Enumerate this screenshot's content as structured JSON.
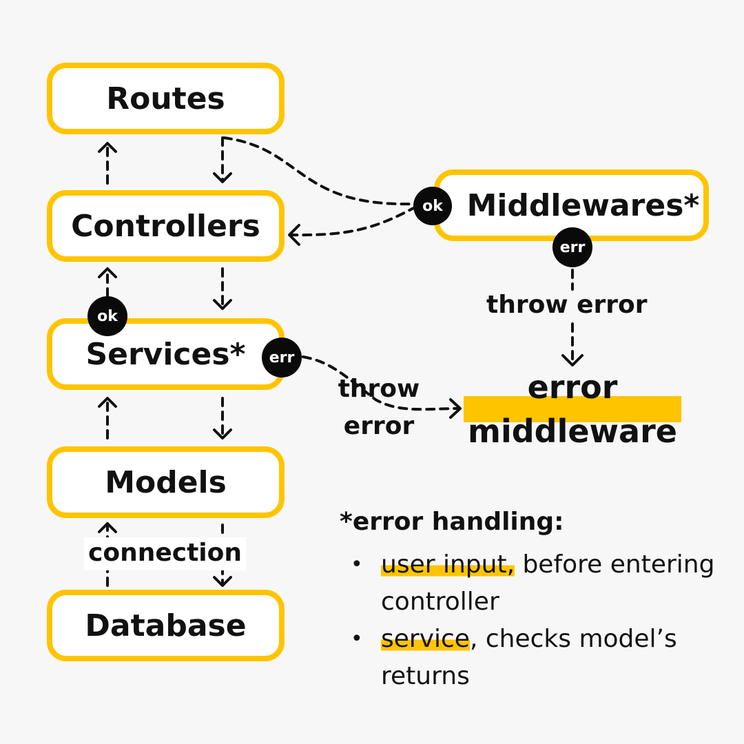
{
  "layers": {
    "routes": "Routes",
    "controllers": "Controllers",
    "services": "Services*",
    "models": "Models",
    "database": "Database"
  },
  "middlewares": "Middlewares*",
  "badges": {
    "ok": "ok",
    "err": "err"
  },
  "labels": {
    "throw_error": "throw error",
    "throw_error_services_line1": "throw",
    "throw_error_services_line2": "error",
    "connection": "connection"
  },
  "error_middleware": {
    "line1": "error",
    "line2": "middleware"
  },
  "notes": {
    "title": "*error handling:",
    "items": [
      {
        "highlight": "user input,",
        "rest": " before entering controller"
      },
      {
        "highlight": "service",
        "rest": ", checks model’s returns"
      }
    ],
    "bullet": "•"
  },
  "colors": {
    "accent": "#ffc400",
    "badge": "#0a0a0a",
    "background": "#f7f7f7",
    "text": "#111111"
  }
}
